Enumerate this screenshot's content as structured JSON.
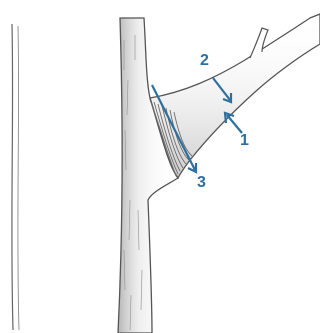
{
  "diagram": {
    "labels": [
      {
        "id": "1",
        "text": "1"
      },
      {
        "id": "2",
        "text": "2"
      },
      {
        "id": "3",
        "text": "3"
      }
    ]
  },
  "colors": {
    "annotation": "#2e6f9e",
    "ink": "#555555",
    "bark_shade": "#8a8a8a",
    "background": "#ffffff"
  }
}
